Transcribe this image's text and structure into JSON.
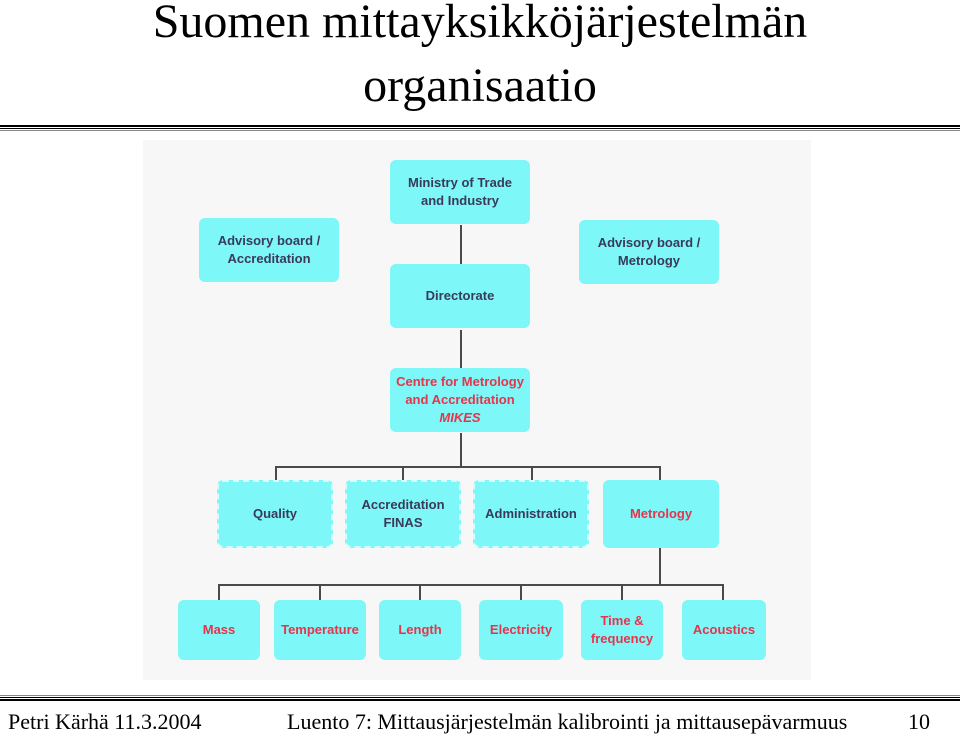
{
  "title": {
    "line1": "Suomen mittayksikköjärjestelmän",
    "line2": "organisaatio"
  },
  "org_chart": {
    "ministry": [
      "Ministry of Trade",
      "and Industry"
    ],
    "advisory_accreditation": [
      "Advisory board /",
      "Accreditation"
    ],
    "advisory_metrology": [
      "Advisory board /",
      "Metrology"
    ],
    "directorate": "Directorate",
    "centre": [
      "Centre for Metrology",
      "and Accreditation",
      "MIKES"
    ],
    "departments": {
      "quality": "Quality",
      "accreditation": [
        "Accreditation",
        "FINAS"
      ],
      "administration": "Administration",
      "metrology": "Metrology"
    },
    "metrology_units": {
      "mass": "Mass",
      "temperature": "Temperature",
      "length": "Length",
      "electricity": "Electricity",
      "time": [
        "Time &",
        "frequency"
      ],
      "acoustics": "Acoustics"
    }
  },
  "colors": {
    "box_fill": "#7df7f7",
    "box_text": "#3a3a5a",
    "highlight_text": "#e8334a",
    "connector": "#4a4a4a"
  },
  "footer": {
    "author_date": "Petri Kärhä 11.3.2004",
    "lecture": "Luento 7: Mittausjärjestelmän kalibrointi ja mittausepävarmuus",
    "page": "10"
  }
}
